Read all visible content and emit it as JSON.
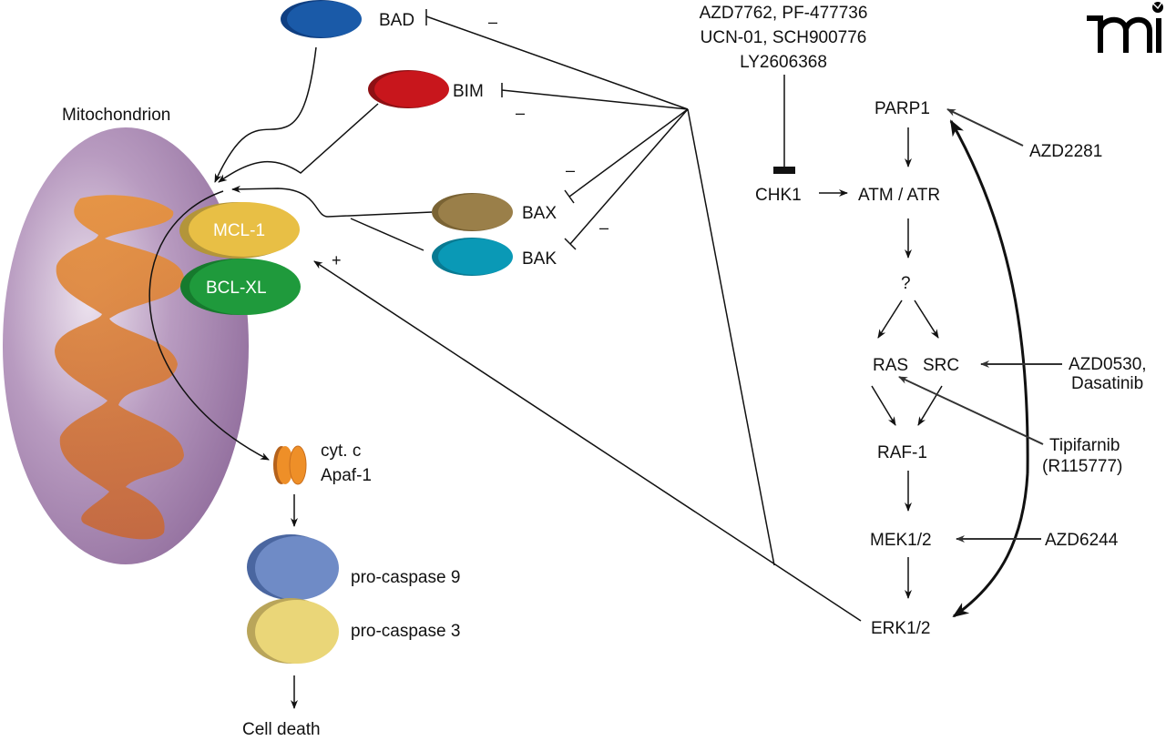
{
  "title": "Mitochondrial apoptosis and CHK1 / RAS-MAPK signaling pathway",
  "logo": "mi",
  "mitochondrion": {
    "label": "Mitochondrion"
  },
  "bcl2_family": {
    "pro_apoptotic": [
      {
        "name": "BAD",
        "color": "#1a5aa8",
        "effect": "–"
      },
      {
        "name": "BIM",
        "color": "#c8161c",
        "effect": "–"
      },
      {
        "name": "BAX",
        "color": "#9a7f49",
        "effect": "–"
      },
      {
        "name": "BAK",
        "color": "#0a99b6",
        "effect": "–"
      }
    ],
    "anti_apoptotic": [
      {
        "name": "MCL-1",
        "color": "#e8bf45"
      },
      {
        "name": "BCL-XL",
        "color": "#1f9a3c"
      }
    ],
    "erk_effect": "+"
  },
  "apoptosome": {
    "line1": "cyt. c",
    "line2": "Apaf-1"
  },
  "caspases": [
    {
      "name": "pro-caspase 9",
      "color": "#6f8bc6"
    },
    {
      "name": "pro-caspase 3",
      "color": "#ead678"
    }
  ],
  "outcome": "Cell death",
  "chk1_inhibitors": [
    "AZD7762, PF-477736",
    "UCN-01, SCH900776",
    "LY2606368"
  ],
  "pathway": {
    "parp1": "PARP1",
    "chk1": "CHK1",
    "atm_atr": "ATM / ATR",
    "unknown": "?",
    "ras": "RAS",
    "src": "SRC",
    "raf": "RAF-1",
    "mek": "MEK1/2",
    "erk": "ERK1/2"
  },
  "drugs": {
    "parp": "AZD2281",
    "src_line1": "AZD0530,",
    "src_line2": "Dasatinib",
    "ras_line1": "Tipifarnib",
    "ras_line2": "(R115777)",
    "mek": "AZD6244"
  }
}
